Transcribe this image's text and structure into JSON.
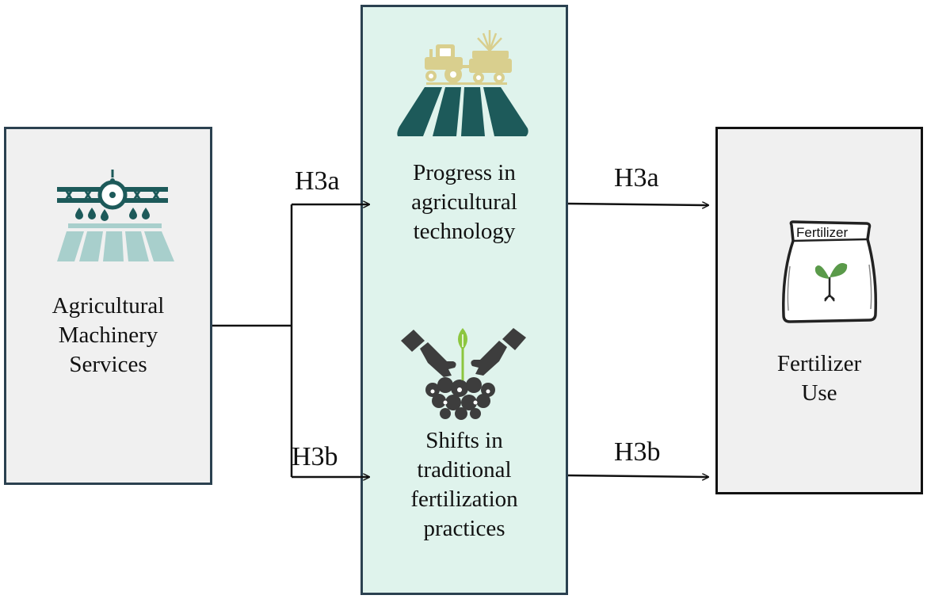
{
  "nodes": {
    "source": {
      "label": "Agricultural\nMachinery\nServices",
      "icon": "crop-duster-plane-icon"
    },
    "mediator_a": {
      "label": "Progress in\nagricultural\ntechnology",
      "icon": "tractor-field-icon"
    },
    "mediator_b": {
      "label": "Shifts in\ntraditional\nfertilization\npractices",
      "icon": "hands-sprout-icon"
    },
    "target": {
      "label": "Fertilizer\nUse",
      "icon": "fertilizer-bag-icon",
      "bag_text": "Fertilizer"
    }
  },
  "edges": {
    "src_to_a": "H3a",
    "src_to_b": "H3b",
    "a_to_target": "H3a",
    "b_to_target": "H3b"
  },
  "colors": {
    "dark_teal": "#1d5a5a",
    "light_teal": "#a8cfcc",
    "khaki": "#d9cf8e",
    "mid_panel": "#dff3ec",
    "grey_panel": "#f0f0f0",
    "sprout_green": "#8cc63f",
    "leaf_green": "#5a9a4a"
  }
}
